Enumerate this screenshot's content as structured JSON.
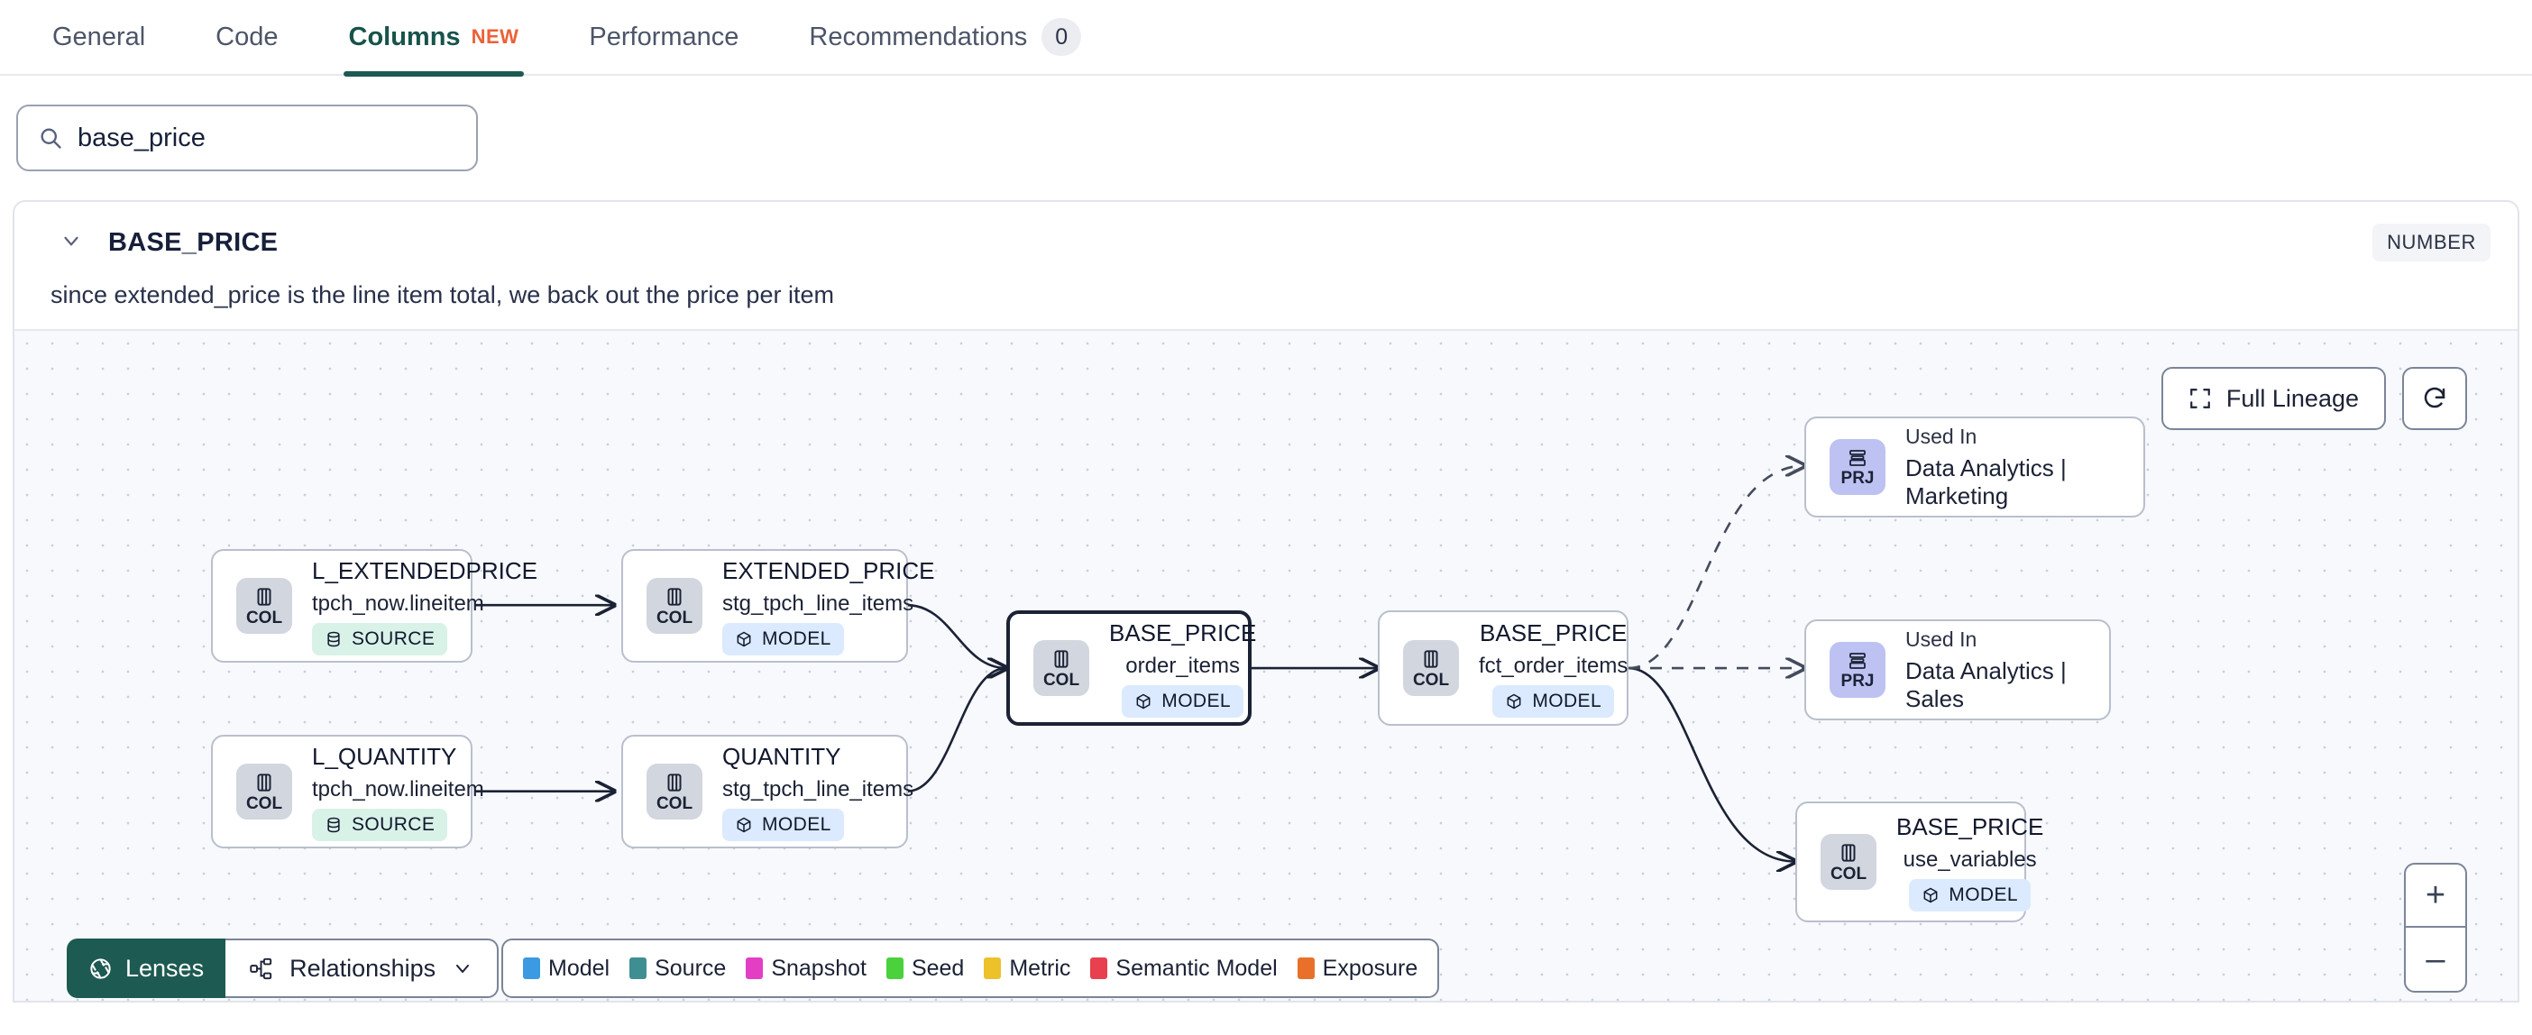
{
  "tabs": [
    {
      "label": "General",
      "active": false
    },
    {
      "label": "Code",
      "active": false
    },
    {
      "label": "Columns",
      "active": true,
      "badge": "NEW"
    },
    {
      "label": "Performance",
      "active": false
    },
    {
      "label": "Recommendations",
      "active": false,
      "count": "0"
    }
  ],
  "search": {
    "value": "base_price",
    "placeholder": "Search columns",
    "icon": "search-icon"
  },
  "column": {
    "name": "BASE_PRICE",
    "description": "since extended_price is the line item total, we back out the price per item",
    "type": "NUMBER",
    "expanded": true
  },
  "lineage": {
    "full_lineage_label": "Full Lineage",
    "refresh_icon": "refresh-icon",
    "zoom_in": "+",
    "zoom_out": "–",
    "lenses_label": "Lenses",
    "relationships_label": "Relationships",
    "nodes": [
      {
        "id": "l_extendedprice",
        "glyph": "COL",
        "title": "L_EXTENDEDPRICE",
        "subtitle": "tpch_now.lineitem",
        "pill": "SOURCE",
        "pill_kind": "source"
      },
      {
        "id": "l_quantity",
        "glyph": "COL",
        "title": "L_QUANTITY",
        "subtitle": "tpch_now.lineitem",
        "pill": "SOURCE",
        "pill_kind": "source"
      },
      {
        "id": "extended_price",
        "glyph": "COL",
        "title": "EXTENDED_PRICE",
        "subtitle": "stg_tpch_line_items",
        "pill": "MODEL",
        "pill_kind": "model"
      },
      {
        "id": "quantity",
        "glyph": "COL",
        "title": "QUANTITY",
        "subtitle": "stg_tpch_line_items",
        "pill": "MODEL",
        "pill_kind": "model"
      },
      {
        "id": "base_price_order_items",
        "glyph": "COL",
        "title": "BASE_PRICE",
        "subtitle": "order_items",
        "pill": "MODEL",
        "pill_kind": "model",
        "selected": true
      },
      {
        "id": "base_price_fct",
        "glyph": "COL",
        "title": "BASE_PRICE",
        "subtitle": "fct_order_items",
        "pill": "MODEL",
        "pill_kind": "model"
      },
      {
        "id": "base_price_use_variables",
        "glyph": "COL",
        "title": "BASE_PRICE",
        "subtitle": "use_variables",
        "pill": "MODEL",
        "pill_kind": "model"
      },
      {
        "id": "prj_marketing",
        "glyph": "PRJ",
        "title": "Used In",
        "subtitle": "Data Analytics | Marketing",
        "kind": "project"
      },
      {
        "id": "prj_sales",
        "glyph": "PRJ",
        "title": "Used In",
        "subtitle": "Data Analytics | Sales",
        "kind": "project"
      }
    ],
    "legend": [
      {
        "label": "Model",
        "color": "#3b9ae1"
      },
      {
        "label": "Source",
        "color": "#3f8e91"
      },
      {
        "label": "Snapshot",
        "color": "#e33fc4"
      },
      {
        "label": "Seed",
        "color": "#4ad13c"
      },
      {
        "label": "Metric",
        "color": "#ecc12a"
      },
      {
        "label": "Semantic Model",
        "color": "#e8404f"
      },
      {
        "label": "Exposure",
        "color": "#e8702a"
      }
    ]
  }
}
